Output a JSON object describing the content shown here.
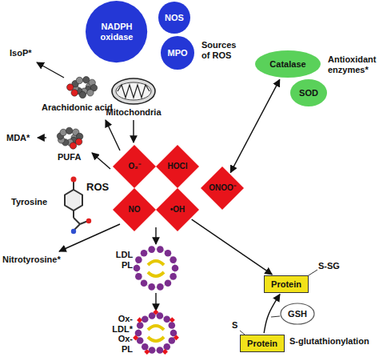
{
  "diagram": {
    "nodes": [
      {
        "text": [
          "NADPH oxidase"
        ]
      },
      {
        "text": [
          "NOS"
        ]
      },
      {
        "text": [
          "MPO"
        ]
      },
      {
        "text": [
          "Catalase"
        ]
      },
      {
        "text": [
          "SOD"
        ]
      },
      {
        "text": [
          "O₂⁻"
        ]
      },
      {
        "text": [
          "HOCl"
        ]
      },
      {
        "text": [
          "NO"
        ]
      },
      {
        "text": [
          "•OH"
        ]
      },
      {
        "text": [
          "ONOO⁻"
        ]
      },
      {
        "text": [
          "Protein"
        ]
      },
      {
        "text": [
          "Protein"
        ]
      },
      {
        "text": [
          "GSH"
        ]
      }
    ],
    "edges": [
      {
        "from": 9,
        "to": 3,
        "arrow": "both"
      },
      {
        "from": 8,
        "to": 10,
        "arrow": "to"
      },
      {
        "from": 11,
        "to": 10,
        "arrow": "to"
      }
    ],
    "labels": [
      "Sources of ROS",
      "Mitochondria",
      "ROS",
      "Antioxidant enzymes*",
      "IsoP*",
      "Arachidonic acid",
      "MDA*",
      "PUFA",
      "Tyrosine",
      "Nitrotyrosine*",
      "LDL PL",
      "Ox-LDL* Ox-PL",
      "S-SG",
      "S",
      "S-glutathionylation"
    ]
  }
}
